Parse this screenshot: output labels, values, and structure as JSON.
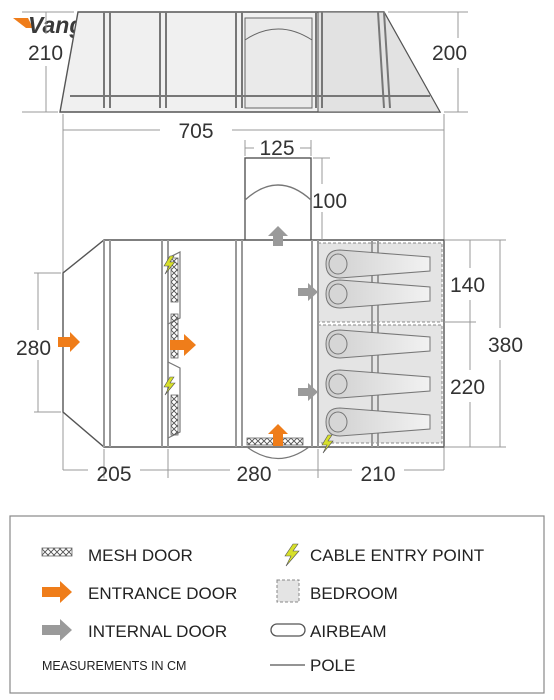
{
  "brand": {
    "name": "Vango",
    "accent_color": "#ef7d1a"
  },
  "side_view": {
    "height_left": "210",
    "height_right": "200"
  },
  "dimensions": {
    "total_length": "705",
    "porch_width": "125",
    "porch_depth": "100",
    "bedroom_upper": "140",
    "bedroom_lower": "220",
    "total_width": "380",
    "front_width": "280",
    "front_section_length": "205",
    "middle_section_length": "280",
    "bedroom_section_length": "210"
  },
  "legend": {
    "mesh_door": "MESH DOOR",
    "entrance_door": "ENTRANCE DOOR",
    "internal_door": "INTERNAL DOOR",
    "cable_entry": "CABLE ENTRY POINT",
    "bedroom": "BEDROOM",
    "airbeam": "AIRBEAM",
    "pole": "POLE",
    "units_note": "MEASUREMENTS IN CM"
  },
  "colors": {
    "entrance_arrow": "#ef7d1a",
    "internal_arrow": "#9a9a9a",
    "cable_bolt": "#d7e02a",
    "bedroom_fill": "#e4e4e4",
    "outline": "#555555"
  },
  "icons": [
    "vango-logo-mark",
    "mesh-door-icon",
    "entrance-arrow-icon",
    "internal-arrow-icon",
    "cable-entry-icon",
    "bedroom-icon",
    "airbeam-icon",
    "pole-icon",
    "sleeping-bag-icon"
  ]
}
